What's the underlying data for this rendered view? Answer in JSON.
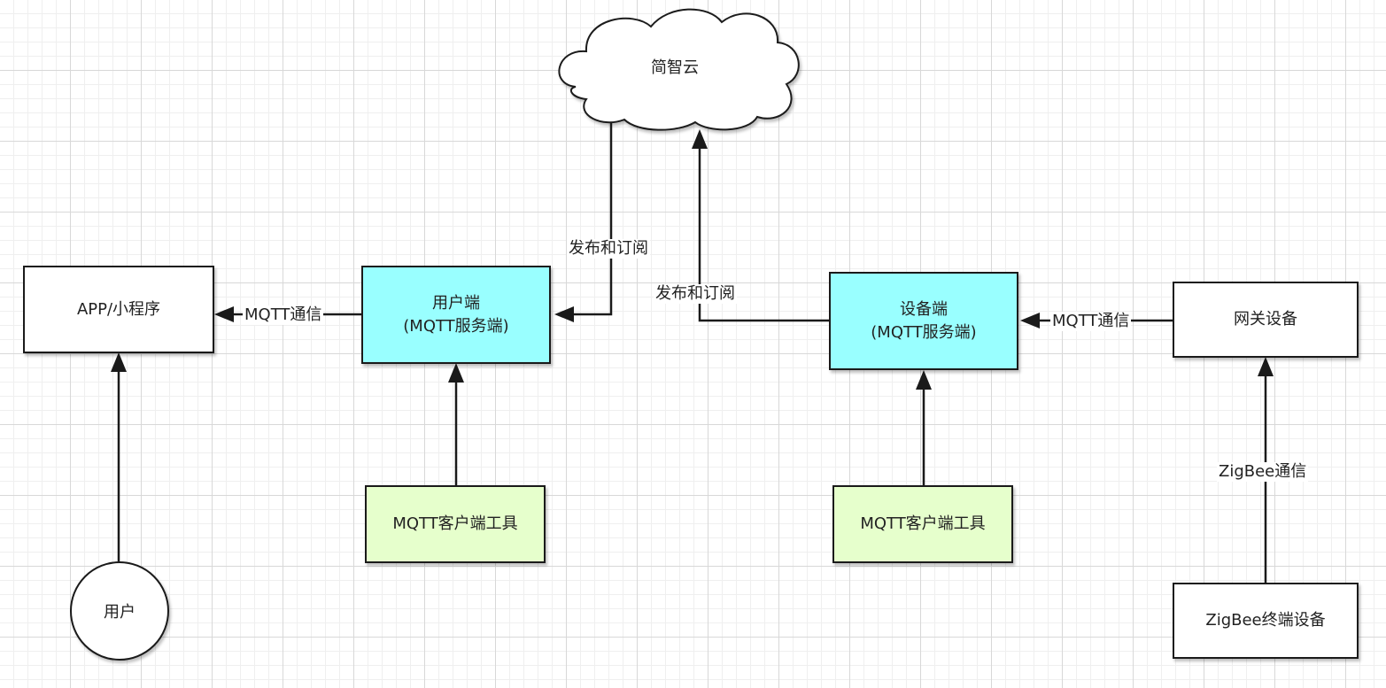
{
  "cloud": {
    "label": "简智云"
  },
  "nodes": {
    "app": {
      "label": "APP/小程序"
    },
    "user_side": {
      "line1": "用户端",
      "line2": "(MQTT服务端)"
    },
    "device_side": {
      "line1": "设备端",
      "line2": "(MQTT服务端)"
    },
    "gateway": {
      "label": "网关设备"
    },
    "client_tool_left": {
      "label": "MQTT客户端工具"
    },
    "client_tool_right": {
      "label": "MQTT客户端工具"
    },
    "user": {
      "label": "用户"
    },
    "zigbee_terminal": {
      "label": "ZigBee终端设备"
    }
  },
  "edges": {
    "mqtt_left": "MQTT通信",
    "mqtt_right": "MQTT通信",
    "pubsub_left": "发布和订阅",
    "pubsub_right": "发布和订阅",
    "zigbee": "ZigBee通信"
  },
  "colors": {
    "server_fill": "#99ffff",
    "tool_fill": "#e6ffcc",
    "stroke": "#1a1a1a"
  }
}
